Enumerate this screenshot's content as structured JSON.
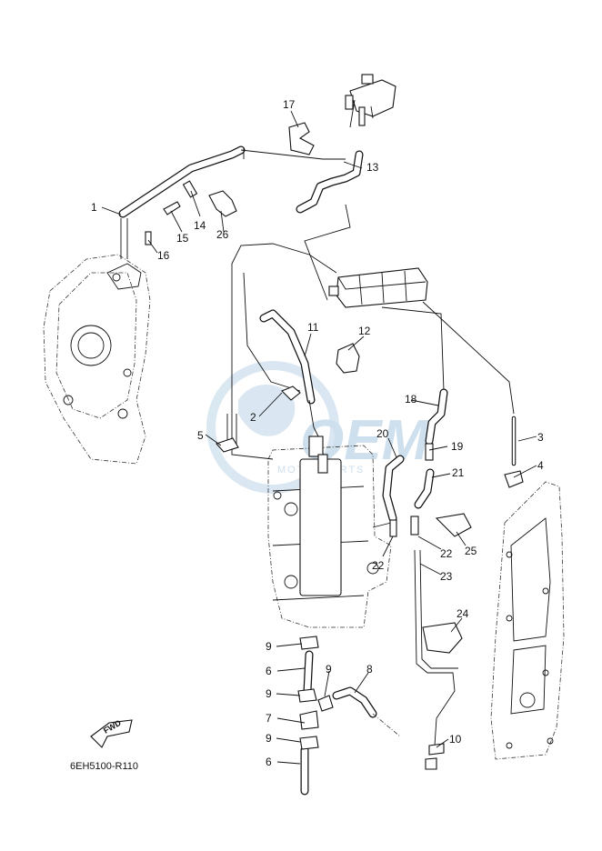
{
  "diagram_code": "6EH5100-R110",
  "direction_label": "FWD",
  "watermark": {
    "brand": "OEM",
    "sub": "MOTORPARTS"
  },
  "callouts": [
    "1",
    "2",
    "3",
    "4",
    "5",
    "6",
    "6",
    "7",
    "8",
    "9",
    "9",
    "9",
    "9",
    "10",
    "11",
    "12",
    "13",
    "14",
    "15",
    "16",
    "17",
    "18",
    "19",
    "20",
    "21",
    "22",
    "22",
    "23",
    "24",
    "25",
    "26"
  ],
  "colors": {
    "line": "#111111",
    "watermark": "#c9dcec"
  }
}
